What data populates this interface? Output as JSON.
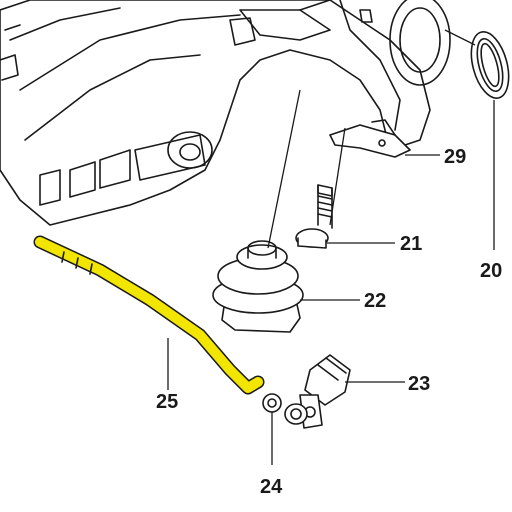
{
  "diagram": {
    "highlight_color": "#f2e600",
    "line_color": "#1a1a1a",
    "background": "#ffffff",
    "callouts": [
      {
        "id": "29",
        "label": "29"
      },
      {
        "id": "21",
        "label": "21"
      },
      {
        "id": "20",
        "label": "20"
      },
      {
        "id": "22",
        "label": "22"
      },
      {
        "id": "23",
        "label": "23"
      },
      {
        "id": "25",
        "label": "25"
      },
      {
        "id": "24",
        "label": "24"
      }
    ],
    "highlighted_part": "25"
  }
}
